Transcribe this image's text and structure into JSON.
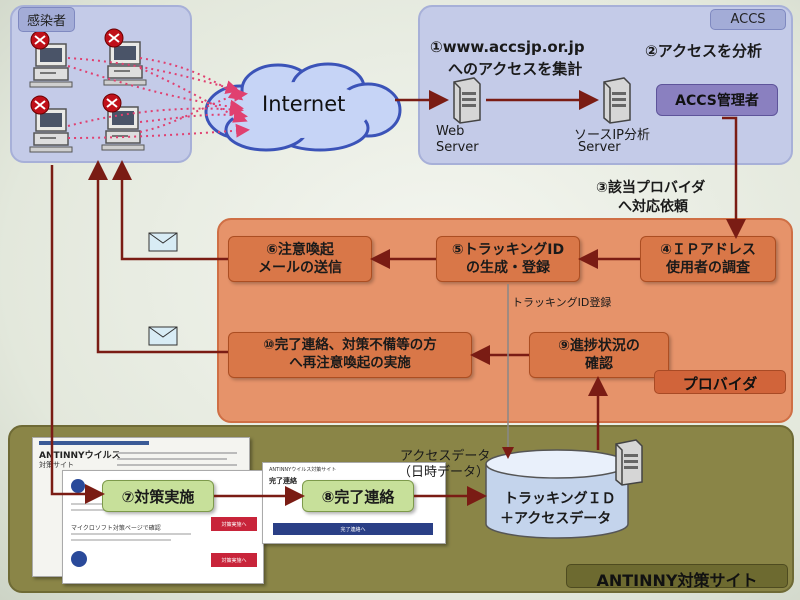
{
  "panels": {
    "infected": "感染者",
    "accs": "ACCS",
    "provider": "プロバイダ",
    "antinny": "ANTINNY対策サイト"
  },
  "internet": "Internet",
  "accs": {
    "step1_line1": "①www.accsjp.or.jp",
    "step1_line2": "へのアクセスを集計",
    "step2": "②アクセスを分析",
    "web_server_line1": "Web",
    "web_server_line2": "Server",
    "source_ip_line1": "ソースIP分析",
    "source_ip_line2": "Server",
    "admin_box": "ACCS管理者"
  },
  "step3": {
    "line1": "③該当プロバイダ",
    "line2": "へ対応依頼"
  },
  "provider": {
    "step4_line1": "④ＩＰアドレス",
    "step4_line2": "使用者の調査",
    "step5_line1": "⑤トラッキングID",
    "step5_line2": "の生成・登録",
    "step6_line1": "⑥注意喚起",
    "step6_line2": "メールの送信",
    "tracking_register": "トラッキングID登録",
    "step9_line1": "⑨進捗状況の",
    "step9_line2": "確認",
    "step10_line1": "⑩完了連絡、対策不備等の方",
    "step10_line2": "へ再注意喚起の実施"
  },
  "antinny": {
    "step7": "⑦対策実施",
    "step8": "⑧完了連絡",
    "access_data_line1": "アクセスデータ",
    "access_data_line2": "（日時データ）",
    "db_line1": "トラッキングＩＤ",
    "db_line2": "＋アクセスデータ",
    "page1_title": "ANTINNYウイルス",
    "page1_sub": "対策サイト",
    "page2_title": "ANTINNYウイルス対策サイト",
    "page2_heading": "完了連絡",
    "page1_btn": "対策実施へ",
    "page2_btn": "完了連絡へ",
    "page3_text": "マイクロソフト対策ページで確認"
  },
  "colors": {
    "arrow_red": "#7a1c14",
    "arrow_pink": "#e04070",
    "mail_blue": "#d8ecf5"
  }
}
